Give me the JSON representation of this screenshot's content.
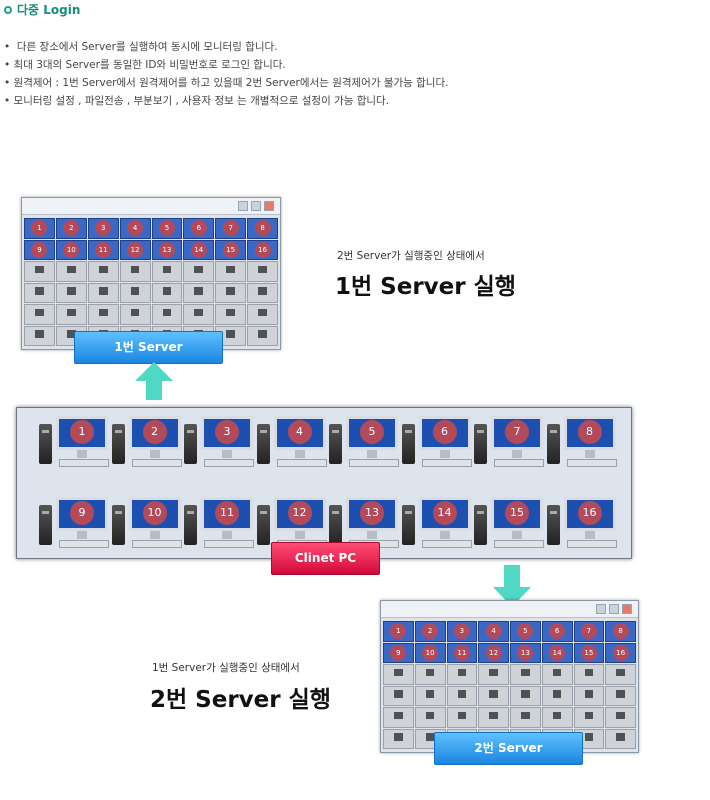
{
  "title": "다중 Login",
  "description": [
    "다른 장소에서 Server를 실행하여 동시에 모니터링 합니다.",
    "최대 3대의 Server를 동일한 ID와 비밀번호로 로그인 합니다.",
    "원격제어 : 1번 Server에서 원격제어를 하고 있을때 2번 Server에서는 원격제어가 불가능 합니다.",
    "모니터링 설정 , 파일전송 , 부분보기 , 사용자 정보 는 개별적으로 설정이 가능 합니다."
  ],
  "server1": {
    "caption_small": "2번 Server가 실행중인 상태에서",
    "caption_big": "1번 Server 실행",
    "label": "1번 Server"
  },
  "server2": {
    "caption_small": "1번 Server가 실행중인 상태에서",
    "caption_big": "2번 Server 실행",
    "label": "2번 Server"
  },
  "client": {
    "label": "Clinet PC",
    "pcs": [
      "1",
      "2",
      "3",
      "4",
      "5",
      "6",
      "7",
      "8",
      "9",
      "10",
      "11",
      "12",
      "13",
      "14",
      "15",
      "16"
    ]
  },
  "colors": {
    "accent": "#168e7e",
    "server_button": "#1b86e0",
    "client_button": "#d2093a",
    "arrow": "#4fd9c4"
  }
}
